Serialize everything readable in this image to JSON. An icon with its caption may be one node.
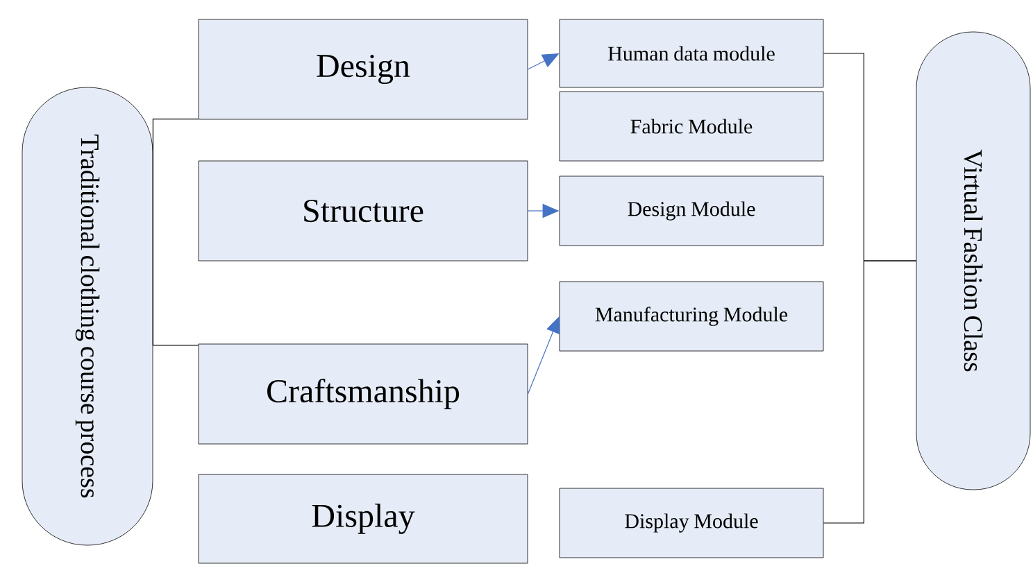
{
  "diagram": {
    "nodes": [
      {
        "text": [
          "Traditional clothing course process"
        ]
      },
      {
        "text": [
          "Design"
        ]
      },
      {
        "text": [
          "Structure"
        ]
      },
      {
        "text": [
          "Craftsmanship"
        ]
      },
      {
        "text": [
          "Display"
        ]
      },
      {
        "text": [
          "Human data module"
        ]
      },
      {
        "text": [
          "Fabric Module"
        ]
      },
      {
        "text": [
          "Design Module"
        ]
      },
      {
        "text": [
          "Manufacturing Module"
        ]
      },
      {
        "text": [
          "Display Module"
        ]
      },
      {
        "text": [
          "Virtual Fashion Class"
        ]
      }
    ],
    "edges": [
      {
        "from": 0,
        "to": 1,
        "arrow": "none"
      },
      {
        "from": 0,
        "to": 3,
        "arrow": "none"
      },
      {
        "from": 1,
        "to": 5,
        "arrow": "to",
        "color": "#4472c4"
      },
      {
        "from": 2,
        "to": 7,
        "arrow": "to",
        "color": "#4472c4"
      },
      {
        "from": 3,
        "to": 8,
        "arrow": "to",
        "color": "#4472c4"
      },
      {
        "from": 5,
        "to": 10,
        "arrow": "none"
      },
      {
        "from": 9,
        "to": 10,
        "arrow": "none"
      }
    ]
  }
}
